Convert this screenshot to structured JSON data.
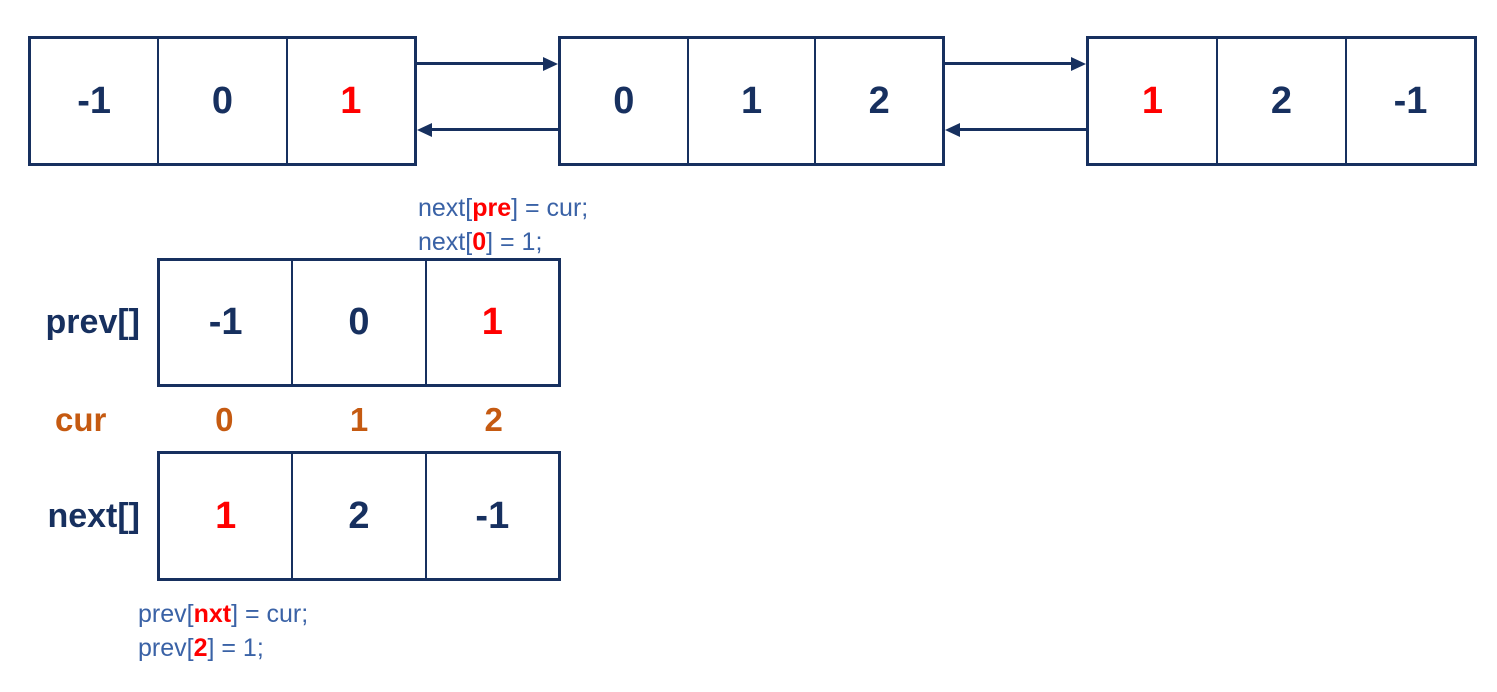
{
  "colors": {
    "navy": "#17305F",
    "red": "#FF0000",
    "orange": "#C55A11",
    "code_blue": "#3A62A6"
  },
  "linked_list": {
    "nodes": [
      {
        "cells": [
          {
            "text": "-1"
          },
          {
            "text": "0"
          },
          {
            "text": "1"
          }
        ]
      },
      {
        "cells": [
          {
            "text": "0"
          },
          {
            "text": "1"
          },
          {
            "text": "2"
          }
        ]
      },
      {
        "cells": [
          {
            "text": "1"
          },
          {
            "text": "2"
          },
          {
            "text": "-1"
          }
        ]
      }
    ]
  },
  "code_next": {
    "line1": {
      "prefix": "next[",
      "arg": "pre",
      "suffix": "] = cur;"
    },
    "line2": {
      "prefix": "next[",
      "arg": "0",
      "suffix": "] = 1;"
    }
  },
  "prev_array": {
    "label": "prev[]",
    "cells": [
      {
        "text": "-1"
      },
      {
        "text": "0"
      },
      {
        "text": "1"
      }
    ]
  },
  "cur_row": {
    "label": "cur",
    "indices": [
      "0",
      "1",
      "2"
    ]
  },
  "next_array": {
    "label": "next[]",
    "cells": [
      {
        "text": "1"
      },
      {
        "text": "2"
      },
      {
        "text": "-1"
      }
    ]
  },
  "code_prev": {
    "line1": {
      "prefix": "prev[",
      "arg": "nxt",
      "suffix": "] = cur;"
    },
    "line2": {
      "prefix": "prev[",
      "arg": "2",
      "suffix": "] = 1;"
    }
  }
}
